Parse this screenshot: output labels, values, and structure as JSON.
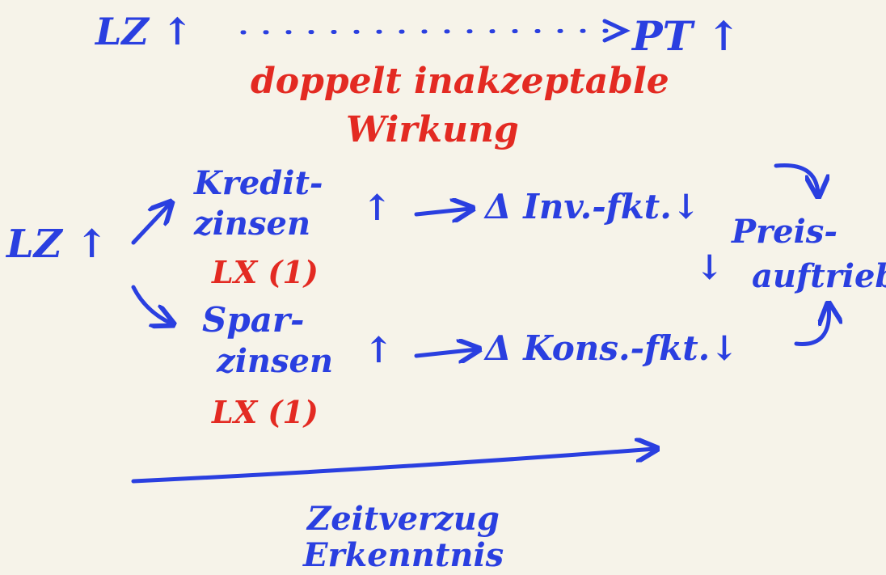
{
  "colors": {
    "ink_blue": "#2a3fe0",
    "ink_red": "#e32a22",
    "paper": "#f6f3e9"
  },
  "top_row": {
    "left": "LZ ↑",
    "right": "PT ↑"
  },
  "red_note": {
    "line1": "doppelt inakzeptable",
    "line2": "Wirkung"
  },
  "root": "LZ ↑",
  "branch_upper": {
    "word_line1": "Kredit-",
    "word_line2": "zinsen",
    "arrow": "↑",
    "effect": "Δ Inv.-fkt.↓",
    "mark": "LX (1)"
  },
  "branch_lower": {
    "word_line1": "Spar-",
    "word_line2": "zinsen",
    "arrow": "↑",
    "effect": "Δ Kons.-fkt.↓",
    "mark": "LX (1)"
  },
  "price": {
    "line1": "Preis-",
    "line2": "auftrieb",
    "down_arrow": "↓"
  },
  "bottom": {
    "line1": "Zeitverzug",
    "line2": "Erkenntnis"
  }
}
